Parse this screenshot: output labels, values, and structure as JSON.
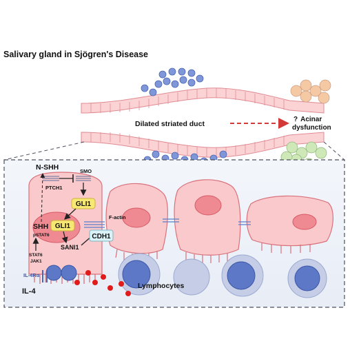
{
  "title": "Salivary gland in Sjögren's Disease",
  "duct": {
    "label": "Dilated striated duct",
    "outcome_prefix": "?",
    "outcome_line1": "Acinar",
    "outcome_line2": "dysfunction"
  },
  "signaling": {
    "n_shh": "N-SHH",
    "smo": "SMO",
    "ptch1": "PTCH1",
    "gli1_cyto": "GLI1",
    "gli1_nuc": "GLI1",
    "shh": "SHH",
    "pstat6": "pSTAT6",
    "sani1": "SANI1",
    "cdh1": "CDH1",
    "f_actin": "F-actin",
    "stat6": "STAT6",
    "jak1": "JAK1",
    "il4ra": "IL-4Rα",
    "il4": "IL-4"
  },
  "lymphocytes_label": "Lymphocytes",
  "colors": {
    "cell_fill": "#f9c9cc",
    "cell_stroke": "#d9707a",
    "nucleus": "#e8707c",
    "lymphocyte_outer": "#c5cee6",
    "lymphocyte_inner": "#5d78c6",
    "gli1_fill": "#f7e873",
    "cdh1_fill": "#d9f1f7",
    "panel_bg": "#eff3fa",
    "arrow_red": "#d23a3a",
    "acinar_green": "#cfe8b8",
    "acinar_orange": "#f6c9a5"
  }
}
